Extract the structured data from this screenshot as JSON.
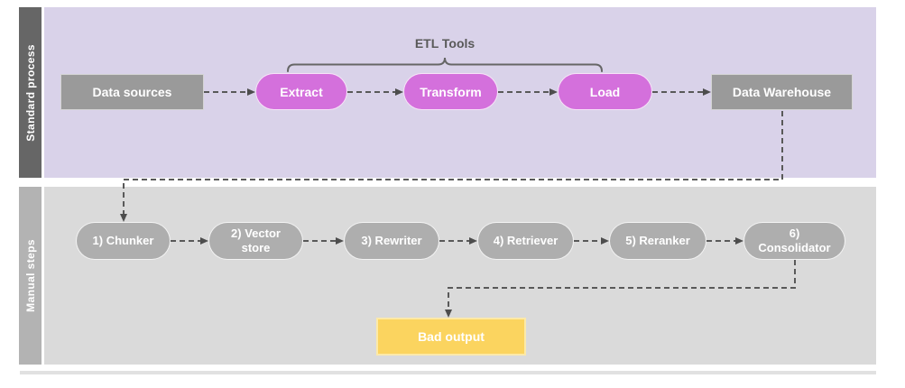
{
  "diagram": {
    "brace_label": "ETL Tools",
    "lanes": [
      {
        "label": "Standard process",
        "nodes": [
          {
            "label": "Data sources",
            "type": "box"
          },
          {
            "label": "Extract",
            "type": "pill"
          },
          {
            "label": "Transform",
            "type": "pill"
          },
          {
            "label": "Load",
            "type": "pill"
          },
          {
            "label": "Data Warehouse",
            "type": "box"
          }
        ]
      },
      {
        "label": "Manual steps",
        "nodes": [
          {
            "label": "1) Chunker",
            "type": "pill"
          },
          {
            "label": "2) Vector store",
            "type": "pill"
          },
          {
            "label": "3) Rewriter",
            "type": "pill"
          },
          {
            "label": "4) Retriever",
            "type": "pill"
          },
          {
            "label": "5) Reranker",
            "type": "pill"
          },
          {
            "label": "6) Consolidator",
            "type": "pill"
          },
          {
            "label": "Bad output",
            "type": "box"
          }
        ]
      }
    ],
    "colors": {
      "lane1_bg": "#d9d2e9",
      "lane1_strip": "#666666",
      "lane2_bg": "#dadada",
      "lane2_strip": "#b3b3b3",
      "etl_pill": "#d470dc",
      "gray_box": "#9a9a9a",
      "gray_pill": "#aeaeae",
      "bad_output_box": "#fbd45f",
      "connector": "#595959"
    }
  }
}
